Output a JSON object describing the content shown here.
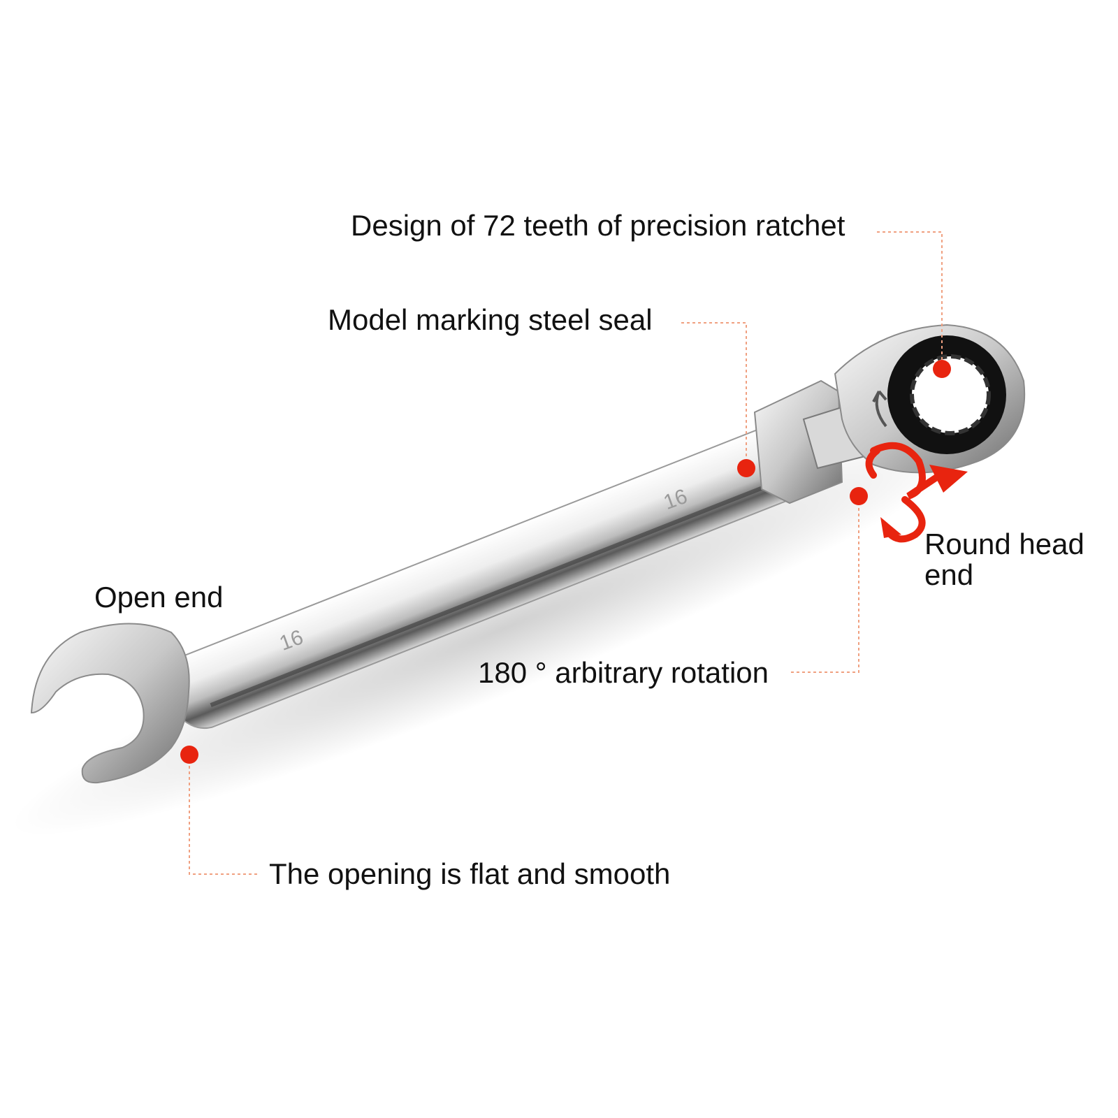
{
  "accent_color": "#e8240f",
  "leader_color": "#f0a080",
  "annotations": {
    "ratchet": "Design of 72 teeth of precision ratchet",
    "seal": "Model marking steel seal",
    "open_end": "Open end",
    "round_head_line1": "Round head",
    "round_head_line2": "end",
    "rotation": "180 ° arbitrary rotation",
    "opening": "The opening is flat and smooth"
  },
  "wrench": {
    "size_marking": "16"
  }
}
